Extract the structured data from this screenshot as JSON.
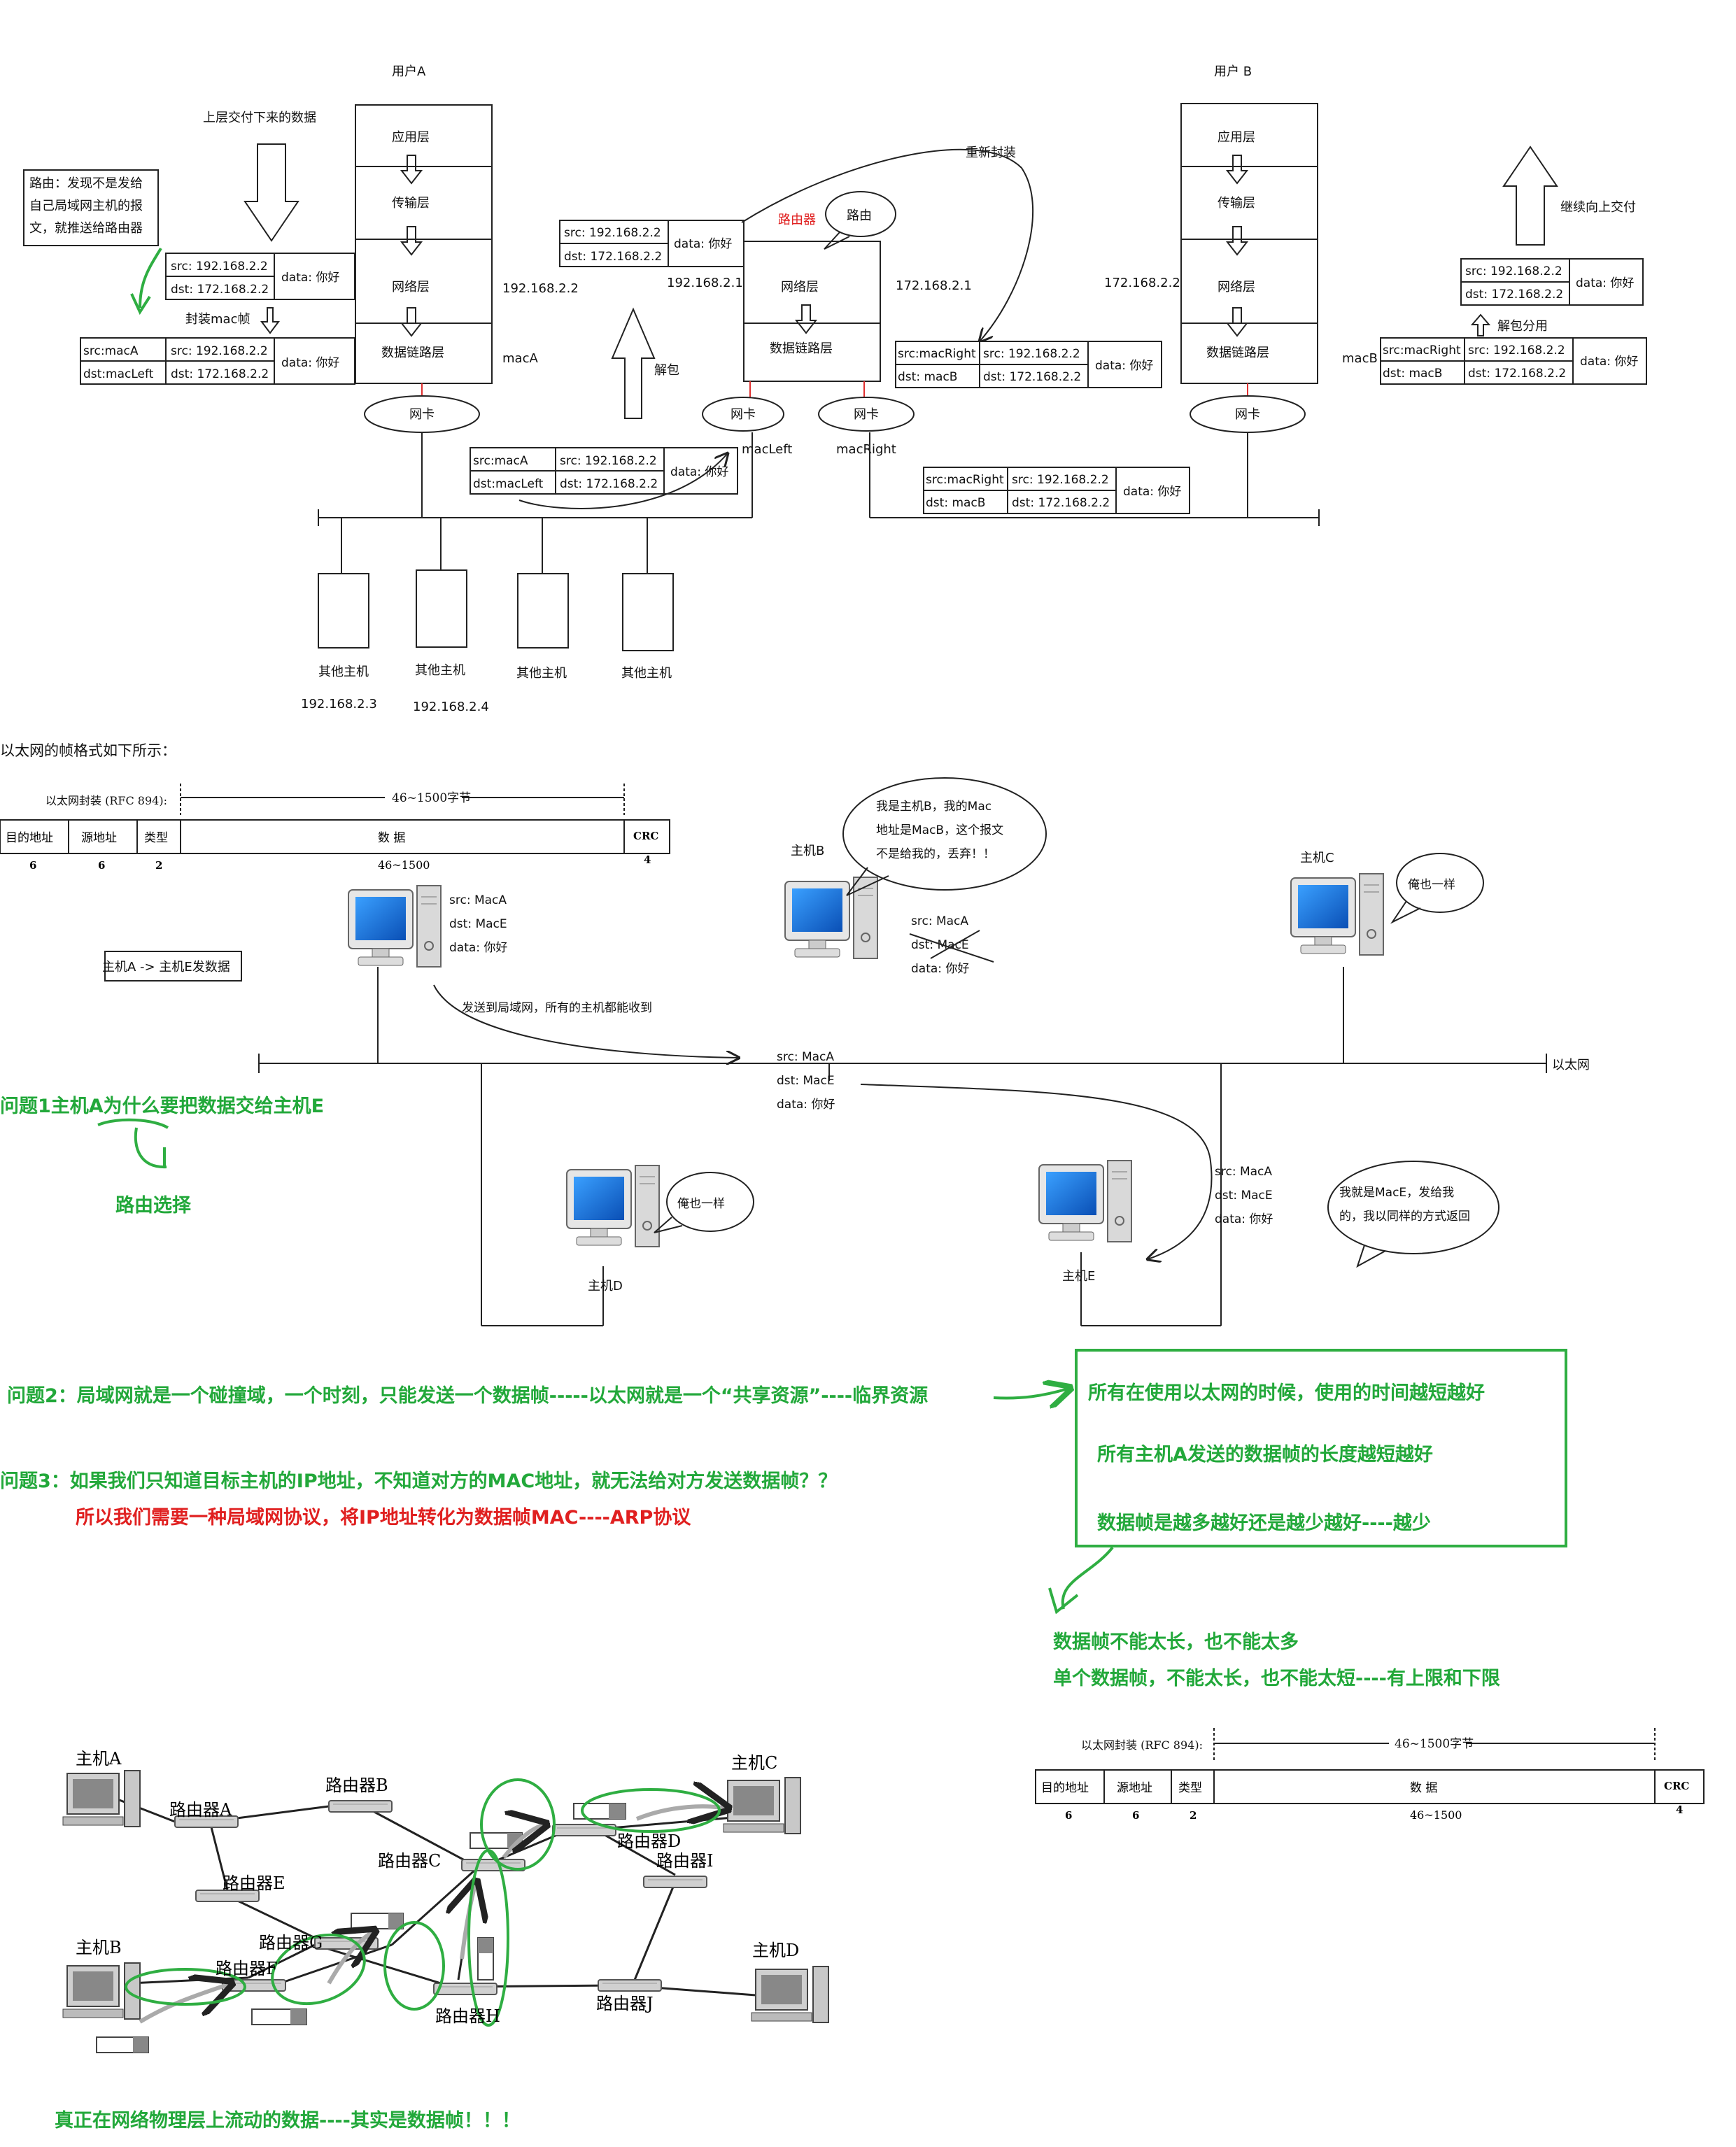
{
  "top": {
    "userA": "用户A",
    "userB": "用户 B",
    "upper_data": "上层交付下来的数据",
    "route_note": [
      "路由：发现不是发给",
      "自己局域网主机的报",
      "文，就推送给路由器"
    ],
    "layers": [
      "应用层",
      "传输层",
      "网络层",
      "数据链路层"
    ],
    "nic": "网卡",
    "encap_mac": "封装mac帧",
    "unpack": "解包",
    "re_encap": "重新封装",
    "router_label": "路由器",
    "routing_bubble": "路由",
    "continue_up": "继续向上交付",
    "unpack_share": "解包分用",
    "ip_a": "192.168.2.2",
    "ip_r_left": "192.168.2.1",
    "ip_r_right": "172.168.2.1",
    "ip_b": "172.168.2.2",
    "mac_a": "macA",
    "mac_left": "macLeft",
    "mac_right": "macRight",
    "mac_b": "macB",
    "src_ip": "src: 192.168.2.2",
    "dst_ip": "dst: 172.168.2.2",
    "data": "data: 你好",
    "src_maca": "src:macA",
    "dst_macleft": "dst:macLeft",
    "src_macright": "src:macRight",
    "dst_macb": "dst: macB",
    "other_host": "其他主机",
    "other_ip1": "192.168.2.3",
    "other_ip2": "192.168.2.4"
  },
  "ethernet": {
    "intro": "以太网的帧格式如下所示：",
    "encap_title": "以太网封装 (RFC 894):",
    "range": "46~1500字节",
    "fields": [
      "目的地址",
      "源地址",
      "类型",
      "数 据",
      "CRC"
    ],
    "sizes": [
      "6",
      "6",
      "2",
      "46~1500",
      "4"
    ],
    "hostA_to_E": "主机A -> 主机E发数据",
    "send_lan": "发送到局域网，所有的主机都能收到",
    "src_maca": "src:  MacA",
    "dst_mace": "dst:  MacE",
    "data": "data: 你好",
    "hostB": "主机B",
    "hostC": "主机C",
    "hostD": "主机D",
    "hostE": "主机E",
    "bubble_b": [
      "我是主机B，我的Mac",
      "地址是MacB，这个报文",
      "不是给我的，丢弃！！"
    ],
    "bubble_same": "俺也一样",
    "bubble_e": [
      "我就是MacE，发给我",
      "的，我以同样的方式返回"
    ],
    "ethernet_label": "以太网",
    "q1": "问题1主机A为什么要把数据交给主机E",
    "routing_choice": "路由选择"
  },
  "questions": {
    "q2": "问题2：局域网就是一个碰撞域，一个时刻，只能发送一个数据帧-----以太网就是一个“共享资源”----临界资源",
    "box": [
      "所有在使用以太网的时候，使用的时间越短越好",
      "所有主机A发送的数据帧的长度越短越好",
      "数据帧是越多越好还是越少越好----越少"
    ],
    "q3": "问题3：如果我们只知道目标主机的IP地址，不知道对方的MAC地址，就无法给对方发送数据帧？？",
    "q3_answer": "所以我们需要一种局域网协议，将IP地址转化为数据帧MAC----ARP协议",
    "limit1": "数据帧不能太长，也不能太多",
    "limit2": "单个数据帧，不能太长，也不能太短----有上限和下限"
  },
  "network": {
    "hosts": [
      "主机A",
      "主机B",
      "主机C",
      "主机D"
    ],
    "routers": [
      "路由器A",
      "路由器B",
      "路由器C",
      "路由器D",
      "路由器E",
      "路由器F",
      "路由器G",
      "路由器H",
      "路由器I",
      "路由器J"
    ],
    "footer": "真正在网络物理层上流动的数据----其实是数据帧！！！"
  }
}
